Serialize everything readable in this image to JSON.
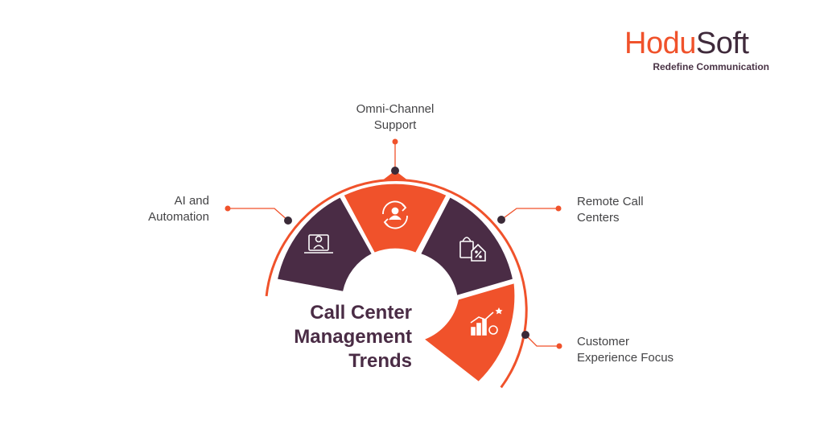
{
  "brand": {
    "name_part1": "Hodu",
    "name_part2": "Soft",
    "tagline": "Redefine Communication"
  },
  "title": {
    "line1": "Call Center",
    "line2": "Management",
    "line3": "Trends"
  },
  "segments": [
    {
      "key": "ai",
      "label_line1": "AI and",
      "label_line2": "Automation",
      "icon": "laptop-user-icon",
      "color": "#4a2c45"
    },
    {
      "key": "omni",
      "label_line1": "Omni-Channel",
      "label_line2": "Support",
      "icon": "user-sync-icon",
      "color": "#f0522b"
    },
    {
      "key": "remote",
      "label_line1": "Remote Call",
      "label_line2": "Centers",
      "icon": "shopping-bag-discount-icon",
      "color": "#4a2c45"
    },
    {
      "key": "cx",
      "label_line1": "Customer",
      "label_line2": "Experience Focus",
      "icon": "growth-chart-gear-icon",
      "color": "#f0522b"
    }
  ],
  "colors": {
    "accent": "#f0522b",
    "dark": "#4a2c45",
    "text": "#444446"
  }
}
